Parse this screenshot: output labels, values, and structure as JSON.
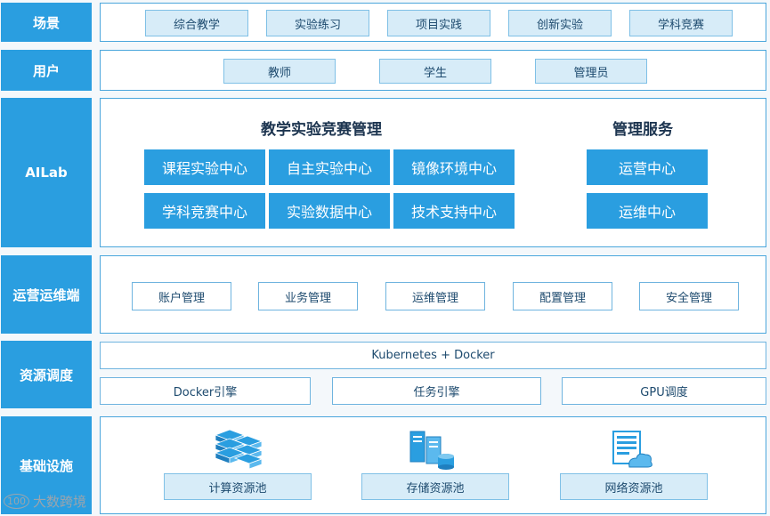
{
  "layers": {
    "scene": {
      "label": "场景",
      "items": [
        "综合教学",
        "实验练习",
        "项目实践",
        "创新实验",
        "学科竞赛"
      ]
    },
    "user": {
      "label": "用户",
      "items": [
        "教师",
        "学生",
        "管理员"
      ]
    },
    "ailab": {
      "label": "AILab",
      "teaching_title": "教学实验竞赛管理",
      "teaching_items": [
        "课程实验中心",
        "自主实验中心",
        "镜像环境中心",
        "学科竞赛中心",
        "实验数据中心",
        "技术支持中心"
      ],
      "mgmt_title": "管理服务",
      "mgmt_items": [
        "运营中心",
        "运维中心"
      ]
    },
    "ops": {
      "label": "运营运维端",
      "items": [
        "账户管理",
        "业务管理",
        "运维管理",
        "配置管理",
        "安全管理"
      ]
    },
    "scheduling": {
      "label": "资源调度",
      "top": "Kubernetes + Docker",
      "items": [
        "Docker引擎",
        "任务引擎",
        "GPU调度"
      ]
    },
    "infra": {
      "label": "基础设施",
      "items": [
        "计算资源池",
        "存储资源池",
        "网络资源池"
      ],
      "icons": [
        "server-rack-icon",
        "storage-icon",
        "network-icon"
      ]
    }
  },
  "watermark": {
    "badge": "100",
    "text": "大数跨境"
  },
  "colors": {
    "accent": "#2a9ee0",
    "light": "#d7ecf8",
    "border": "#4aa6dc"
  }
}
